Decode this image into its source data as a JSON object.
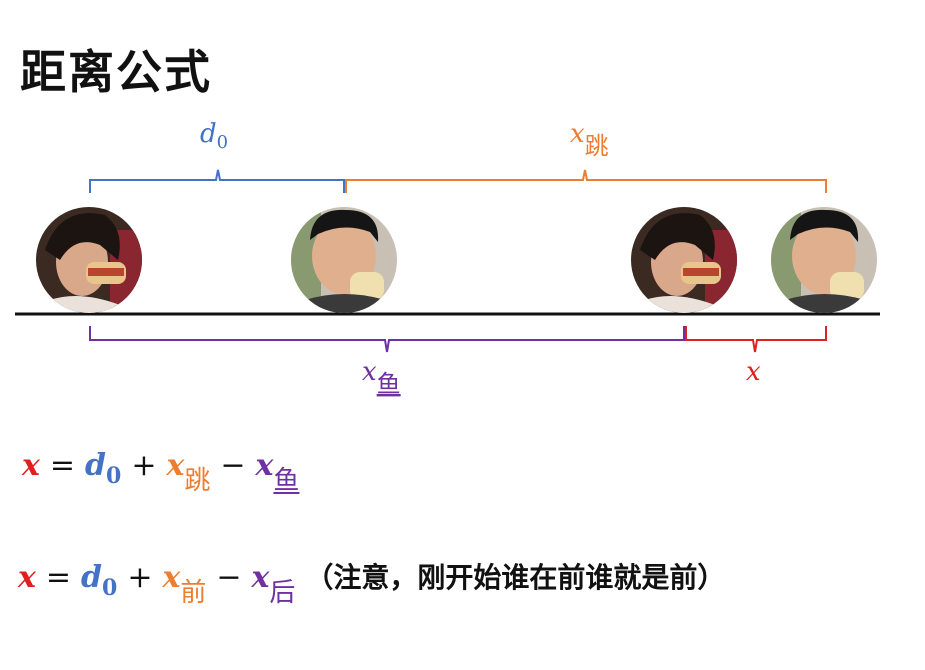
{
  "title": "距离公式",
  "colors": {
    "blue": "#4472C4",
    "orange": "#ED7D31",
    "purple": "#7030A0",
    "red": "#E02020",
    "ground": "#111111"
  },
  "labels": {
    "d0_var": "d",
    "d0_sub": "0",
    "xtiao_var": "x",
    "xtiao_sub": "跳",
    "xyu_var": "x",
    "xyu_sub": "鱼",
    "x_var": "x"
  },
  "formula1": {
    "x": "x",
    "eq": "=",
    "d": "d",
    "d_sub": "0",
    "plus": "+",
    "x2": "x",
    "x2_sub": "跳",
    "minus": "−",
    "x3": "x",
    "x3_sub": "鱼"
  },
  "formula2": {
    "x": "x",
    "eq": "=",
    "d": "d",
    "d_sub": "0",
    "plus": "+",
    "x2": "x",
    "x2_sub": "前",
    "minus": "−",
    "x3": "x",
    "x3_sub": "后",
    "note": "（注意，刚开始谁在前谁就是前）"
  },
  "people": [
    {
      "id": "girl",
      "name": "girl-photo-start"
    },
    {
      "id": "boy",
      "name": "boy-photo-start"
    },
    {
      "id": "girl",
      "name": "girl-photo-end"
    },
    {
      "id": "boy",
      "name": "boy-photo-end"
    }
  ]
}
